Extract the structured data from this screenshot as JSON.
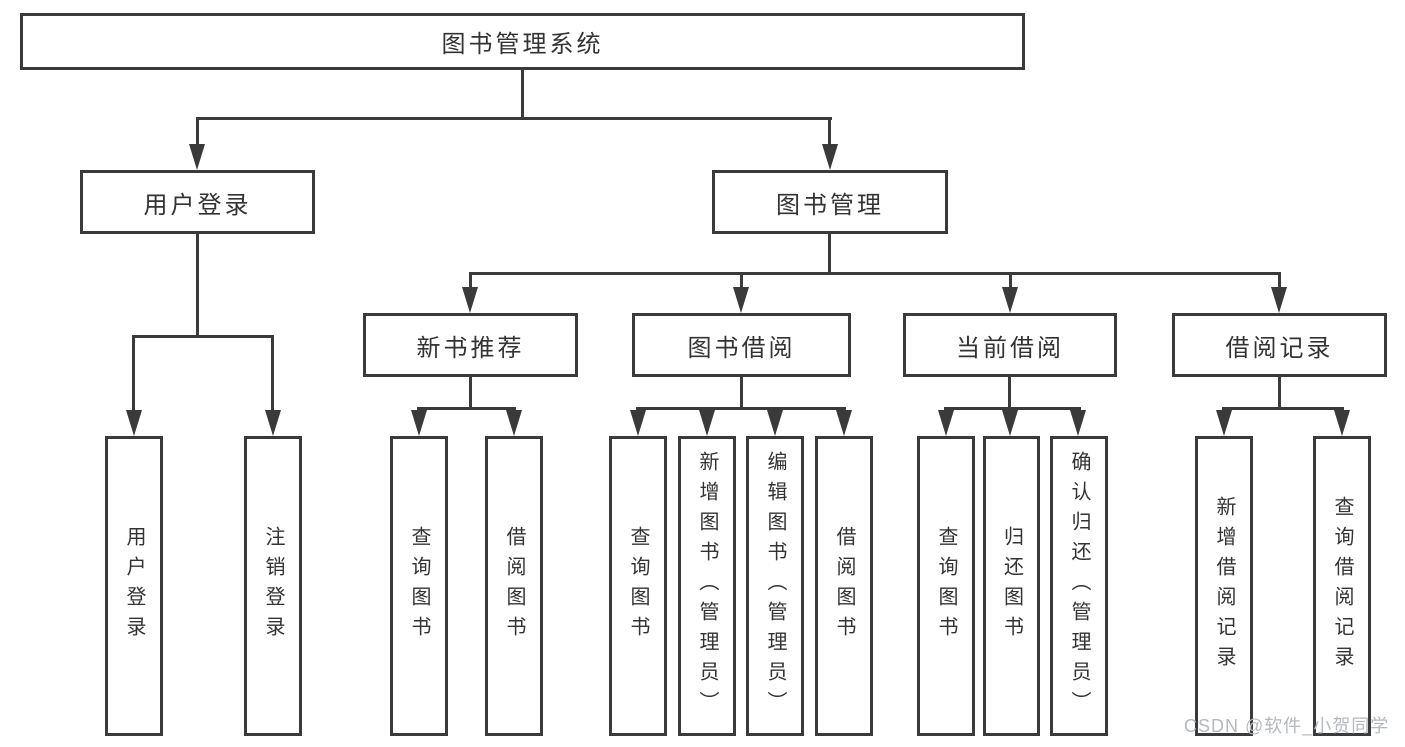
{
  "diagram": {
    "type": "hierarchy-tree",
    "root": {
      "label": "图书管理系统",
      "children": [
        {
          "label": "用户登录",
          "children": [
            {
              "label": "用户登录"
            },
            {
              "label": "注销登录"
            }
          ]
        },
        {
          "label": "图书管理",
          "children": [
            {
              "label": "新书推荐",
              "children": [
                {
                  "label": "查询图书"
                },
                {
                  "label": "借阅图书"
                }
              ]
            },
            {
              "label": "图书借阅",
              "children": [
                {
                  "label": "查询图书"
                },
                {
                  "label": "新增图书（管理员）"
                },
                {
                  "label": "编辑图书（管理员）"
                },
                {
                  "label": "借阅图书"
                }
              ]
            },
            {
              "label": "当前借阅",
              "children": [
                {
                  "label": "查询图书"
                },
                {
                  "label": "归还图书"
                },
                {
                  "label": "确认归还（管理员）"
                }
              ]
            },
            {
              "label": "借阅记录",
              "children": [
                {
                  "label": "新增借阅记录"
                },
                {
                  "label": "查询借阅记录"
                }
              ]
            }
          ]
        }
      ]
    }
  },
  "watermark": {
    "text": "CSDN @软件_小贺同学"
  },
  "colors": {
    "line": "#3a3a3a",
    "box_border": "#3a3a3a",
    "box_background": "#ffffff",
    "text": "#333333",
    "watermark": "#b4b8bf",
    "page_background": "#ffffff"
  }
}
